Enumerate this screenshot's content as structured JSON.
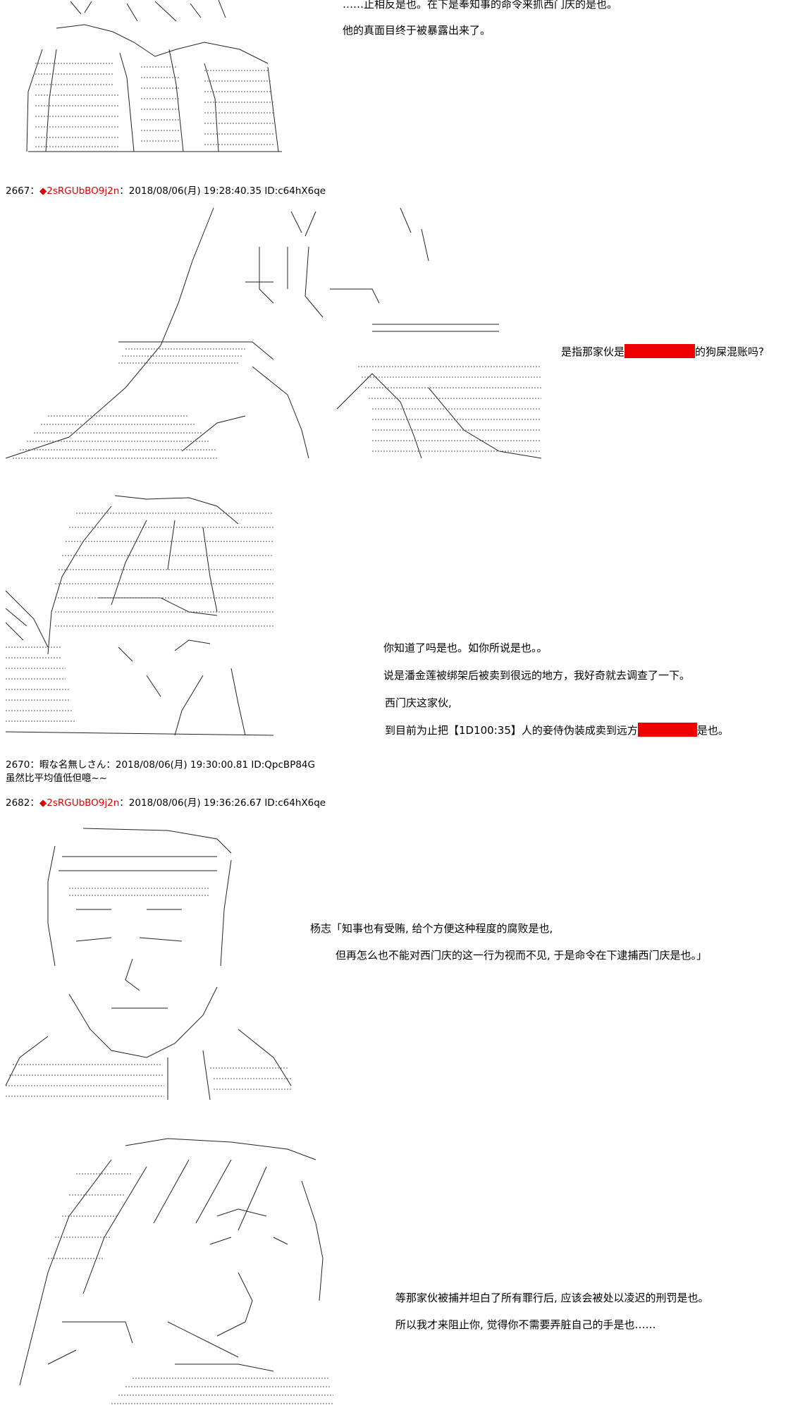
{
  "panel1": {
    "lines": [
      "……止相反是也。在下是奉知事的命令来抓西门庆的是也。",
      "他的真面目终于被暴露出来了。"
    ]
  },
  "post2667": {
    "num": "2667",
    "sep": "：",
    "trip": "◆2sRGUbBO9j2n",
    "meta": "：2018/08/06(月) 19:28:40.35 ID:c64hX6qe"
  },
  "panel2": {
    "before": "是指那家伙是",
    "after": "的狗屎混账吗?"
  },
  "panel3": {
    "line1": "你知道了吗是也。如你所说是也。。",
    "line2": "说是潘金莲被绑架后被卖到很远的地方，我好奇就去调查了一下。",
    "line3": "西门庆这家伙,",
    "line4_before": "到目前为止把【1D100:35】人的妾侍伪装成卖到远方",
    "line4_after": "是也。"
  },
  "post2670": {
    "num": "2670",
    "meta": "：暇な名無しさん：2018/08/06(月) 19:30:00.81 ID:QpcBP84G",
    "body": "虽然比平均值低但噫~~"
  },
  "post2682": {
    "num": "2682",
    "sep": "：",
    "trip": "◆2sRGUbBO9j2n",
    "meta": "：2018/08/06(月) 19:36:26.67 ID:c64hX6qe"
  },
  "panel4": {
    "line1": "杨志「知事也有受贿, 给个方便这种程度的腐败是也,",
    "line2": "但再怎么也不能对西门庆的这一行为视而不见, 于是命令在下逮捕西门庆是也。」"
  },
  "panel5": {
    "line1": "等那家伙被捕并坦白了所有罪行后, 应该会被处以凌迟的刑罚是也。",
    "line2": "所以我才来阻止你, 觉得你不需要弄脏自己的手是也……"
  },
  "colors": {
    "trip": "#e00000",
    "redaction": "#ee0000"
  }
}
